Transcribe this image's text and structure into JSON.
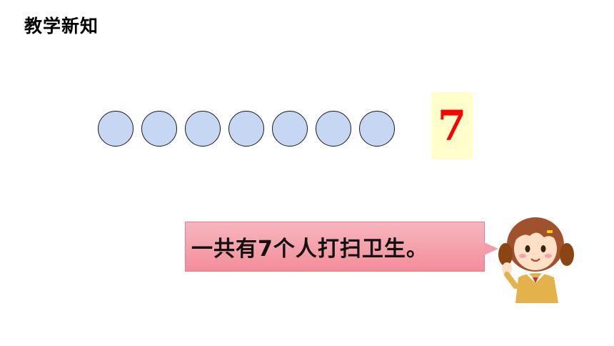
{
  "header": {
    "title": "教学新知"
  },
  "counting": {
    "circle_count": 7,
    "circle_color": "#c5d7f3",
    "number": "7",
    "number_color": "#ff0000",
    "card_color": "#ffffcc"
  },
  "speech": {
    "text": "一共有7个人打扫卫生。",
    "bubble_color": "#f4a3ad"
  },
  "character": {
    "icon": "girl-character-icon"
  }
}
